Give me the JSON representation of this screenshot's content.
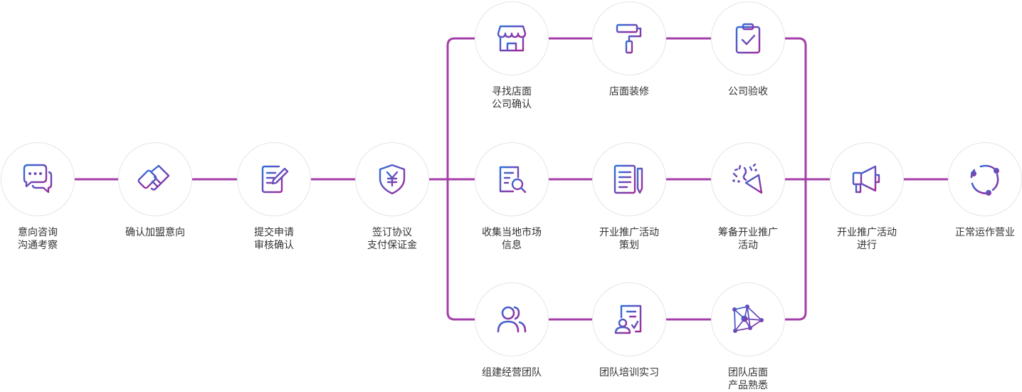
{
  "colors": {
    "line": "#a43ea9",
    "circle_border": "#e5e5e5",
    "text": "#333333",
    "icon_start": "#2f6fd8",
    "icon_end": "#a02a9a"
  },
  "steps": [
    {
      "id": "s1",
      "label": "意向咨询\n沟通考察",
      "icon": "chat-bubbles-icon"
    },
    {
      "id": "s2",
      "label": "确认加盟意向",
      "icon": "handshake-icon"
    },
    {
      "id": "s3",
      "label": "提交申请\n审核确认",
      "icon": "edit-document-icon"
    },
    {
      "id": "s4",
      "label": "签订协议\n支付保证金",
      "icon": "yuan-shield-icon"
    },
    {
      "id": "s5",
      "label": "寻找店面\n公司确认",
      "icon": "storefront-icon"
    },
    {
      "id": "s6",
      "label": "店面装修",
      "icon": "paint-roller-icon"
    },
    {
      "id": "s7",
      "label": "公司验收",
      "icon": "clipboard-check-icon"
    },
    {
      "id": "s8",
      "label": "收集当地市场\n信息",
      "icon": "document-search-icon"
    },
    {
      "id": "s9",
      "label": "开业推广活动\n策划",
      "icon": "notepad-pen-icon"
    },
    {
      "id": "s10",
      "label": "筹备开业推广\n活动",
      "icon": "party-popper-icon"
    },
    {
      "id": "s11",
      "label": "组建经营团队",
      "icon": "team-icon"
    },
    {
      "id": "s12",
      "label": "团队培训实习",
      "icon": "trainee-icon"
    },
    {
      "id": "s13",
      "label": "团队店面\n产品熟悉",
      "icon": "network-icon"
    },
    {
      "id": "s14",
      "label": "开业推广活动\n进行",
      "icon": "megaphone-icon"
    },
    {
      "id": "s15",
      "label": "正常运作营业",
      "icon": "cycle-icon"
    }
  ]
}
